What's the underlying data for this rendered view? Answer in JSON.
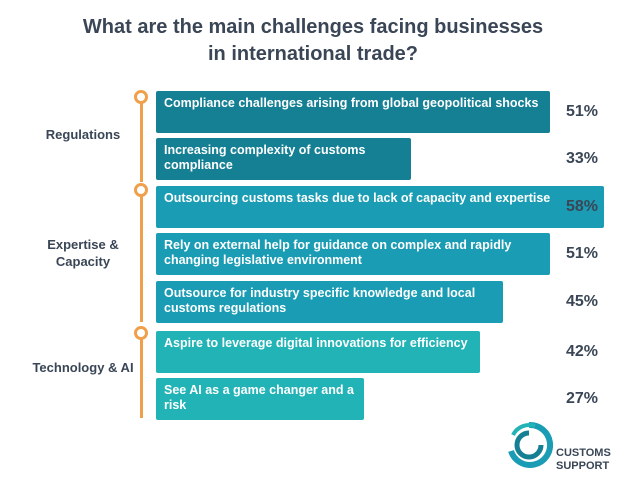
{
  "chart_data": {
    "type": "bar",
    "orientation": "horizontal",
    "title": "What are the main challenges facing businesses in international trade?",
    "title_lines": [
      "What are the main challenges facing businesses",
      "in international trade?"
    ],
    "unit": "%",
    "xlim": [
      0,
      100
    ],
    "groups": [
      {
        "label": "Regulations",
        "color": "#157f94",
        "items": [
          {
            "label": "Compliance challenges arising from global geopolitical shocks",
            "value": 51,
            "display": "51%"
          },
          {
            "label": "Increasing complexity of customs compliance",
            "value": 33,
            "display": "33%"
          }
        ]
      },
      {
        "label": "Expertise & Capacity",
        "color": "#1a9cb4",
        "items": [
          {
            "label": "Outsourcing customs tasks due to lack of capacity and expertise",
            "value": 58,
            "display": "58%"
          },
          {
            "label": "Rely on external help for guidance on complex and rapidly changing legislative environment",
            "value": 51,
            "display": "51%"
          },
          {
            "label": "Outsource for industry specific knowledge and local customs regulations",
            "value": 45,
            "display": "45%"
          }
        ]
      },
      {
        "label": "Technology & AI",
        "color": "#22b3b7",
        "items": [
          {
            "label": "Aspire to leverage digital innovations for efficiency",
            "value": 42,
            "display": "42%"
          },
          {
            "label": "See AI as a game changer and a risk",
            "value": 27,
            "display": "27%"
          }
        ]
      }
    ]
  },
  "logo": {
    "line1": "CUSTOMS",
    "line2": "SUPPORT"
  }
}
